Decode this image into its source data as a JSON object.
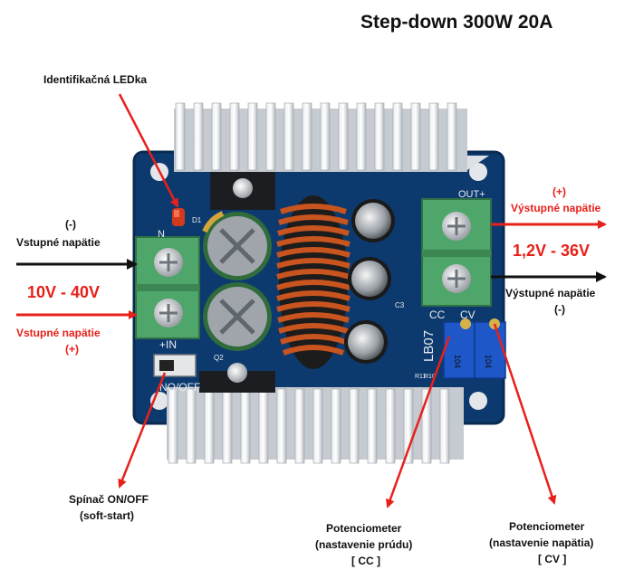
{
  "title": "Step-down 300W 20A",
  "labels": {
    "led": "Identifikačná LEDka",
    "input_minus_sign": "(-)",
    "input_minus": "Vstupné napätie",
    "input_range": "10V - 40V",
    "input_plus": "Vstupné napätie",
    "input_plus_sign": "(+)",
    "output_plus_sign": "(+)",
    "output_plus": "Výstupné napätie",
    "output_range": "1,2V - 36V",
    "output_minus": "Výstupné napätie",
    "output_minus_sign": "(-)",
    "switch_line1": "Spínač ON/OFF",
    "switch_line2": "(soft-start)",
    "pot_cc_line1": "Potenciometer",
    "pot_cc_line2": "(nastavenie prúdu)",
    "pot_cc_line3": "[ CC ]",
    "pot_cv_line1": "Potenciometer",
    "pot_cv_line2": "(nastavenie napätia)",
    "pot_cv_line3": "[ CV ]"
  },
  "silkscreen": {
    "board_id": "LB07",
    "in_label": "+IN",
    "onoff": "NO/OFF",
    "out_label": "OUT+",
    "cc": "CC",
    "cv": "CV",
    "n": "N",
    "pot_code": "104",
    "c3": "C3",
    "d1": "D1",
    "q2": "Q2",
    "r10": "R10",
    "r11": "R11"
  },
  "colors": {
    "pcb": "#0d3a6e",
    "heatsink": "#cfd3d8",
    "terminal": "#4fa66a",
    "arrow_red": "#e8201a",
    "arrow_black": "#111111",
    "pot": "#1e57c8",
    "coil": "#c8541f"
  }
}
